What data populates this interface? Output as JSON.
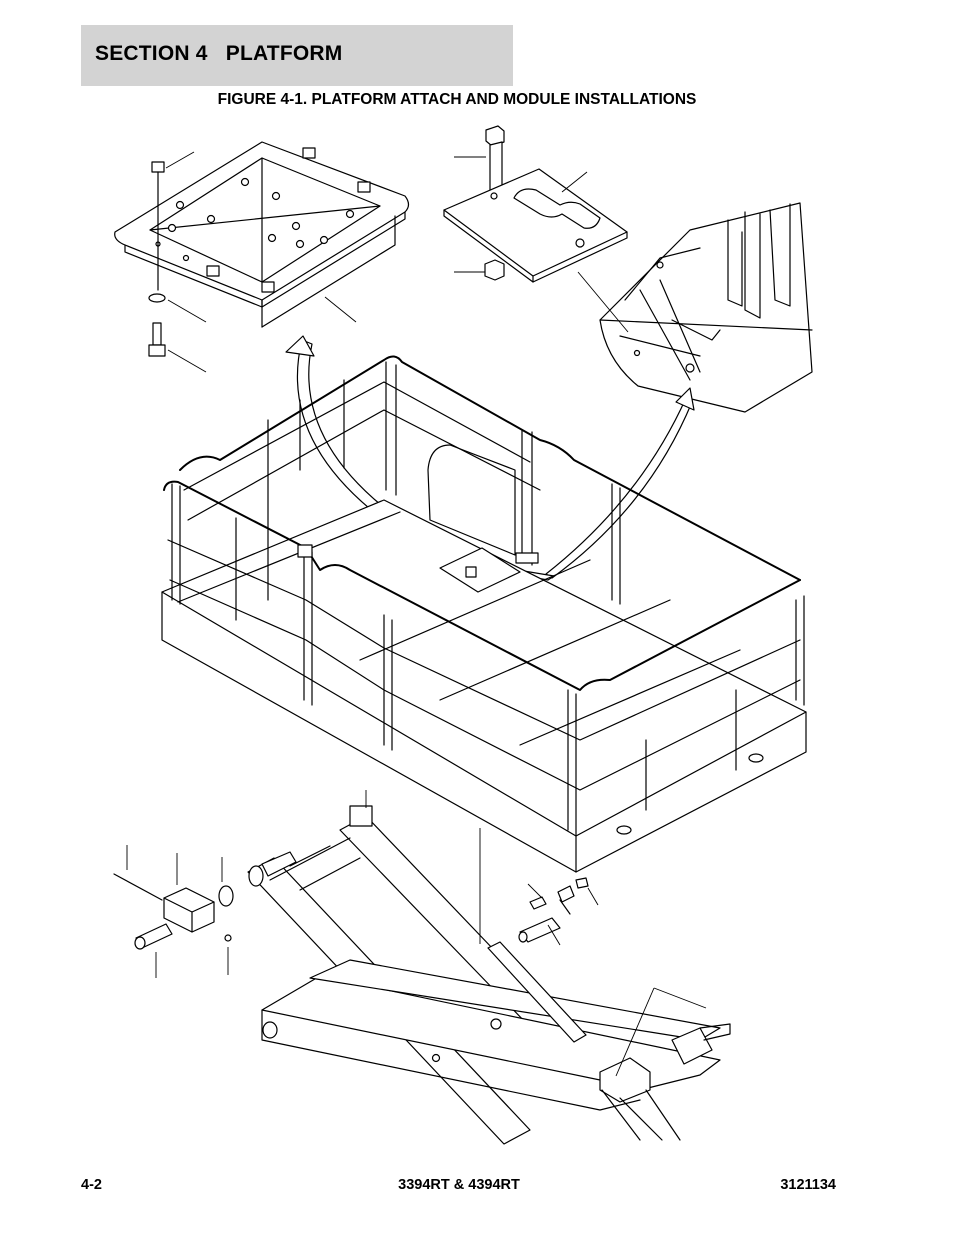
{
  "header": {
    "section_title": "SECTION 4   PLATFORM",
    "figure_title": "FIGURE 4-1. PLATFORM ATTACH AND MODULE INSTALLATIONS"
  },
  "footer": {
    "page_number": "4-2",
    "model": "3394RT & 4394RT",
    "document_number": "3121134"
  },
  "colors": {
    "header_band": "#d3d3d3",
    "line": "#000000"
  }
}
